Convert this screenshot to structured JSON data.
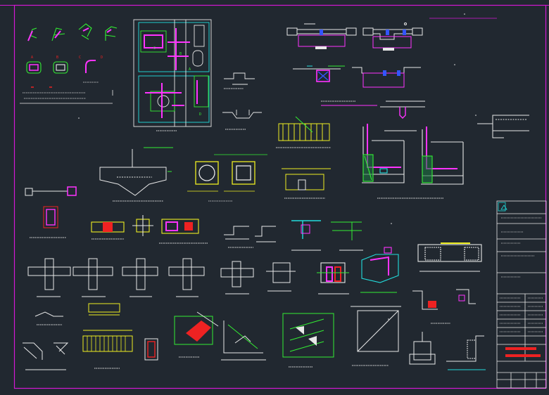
{
  "drawing": {
    "colors": {
      "background": "#212830",
      "frame": "#d418d4",
      "white": "#e8e8e8",
      "magenta": "#ff33ff",
      "green": "#33ee33",
      "yellow": "#eeee22",
      "cyan": "#22dddd",
      "red": "#ee2222",
      "blue": "#3355ff"
    },
    "detail_marks": [
      "A",
      "B",
      "C",
      "D"
    ],
    "plan_marks": [
      "B",
      "C",
      "A",
      "D"
    ],
    "title_block": {
      "logo": "triangle-logo-icon",
      "rows": 14
    }
  }
}
